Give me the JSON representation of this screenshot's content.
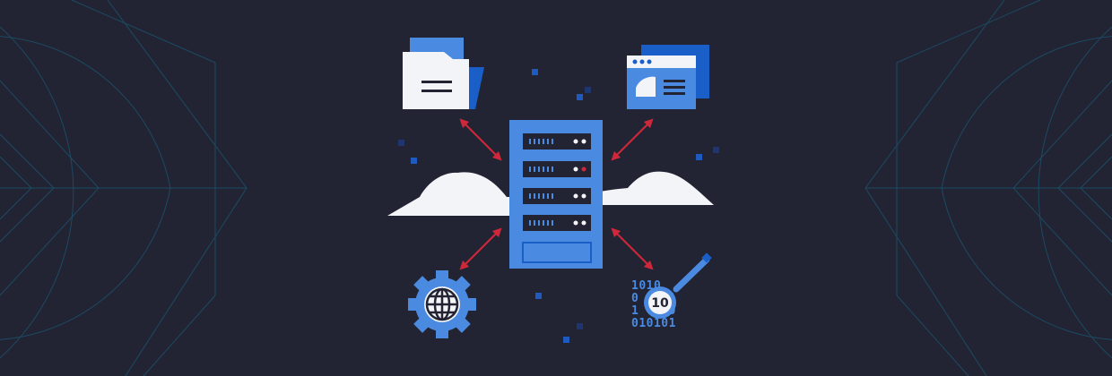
{
  "colors": {
    "background": "#222433",
    "outline": "#1c4a63",
    "primary_blue": "#4a8ae0",
    "dark_blue": "#1a5fc8",
    "white": "#f3f4f8",
    "arrow_red": "#d0283a",
    "square_blue": "#1f5bbf",
    "square_dim": "#1e3570"
  },
  "icons": [
    "folder-icon",
    "browser-window-icon",
    "server-rack-icon",
    "cloud-icon",
    "globe-gear-icon",
    "magnifier-binary-icon"
  ],
  "binary_rows": [
    "1010",
    "0    1",
    "1    0",
    "010101"
  ],
  "magnifier_label": "10"
}
